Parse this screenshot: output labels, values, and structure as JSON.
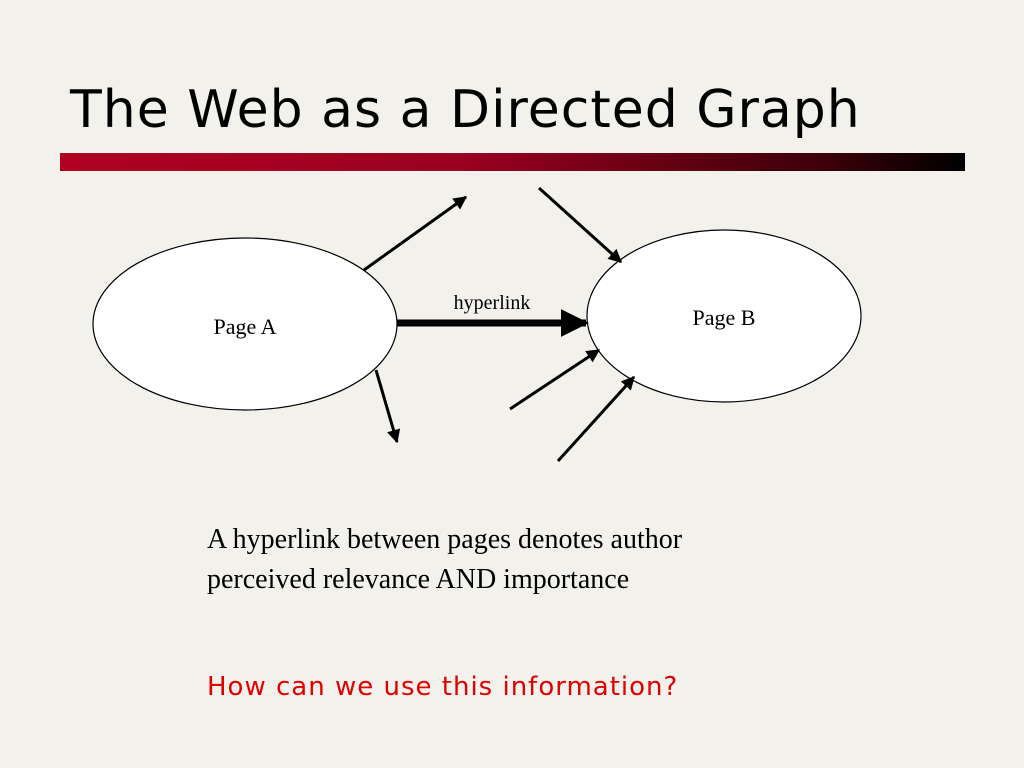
{
  "slide": {
    "title": "The Web as a Directed Graph",
    "accent_color": "#b00022",
    "background_color": "#f2f1ec"
  },
  "diagram": {
    "nodes": {
      "page_a": "Page A",
      "page_b": "Page B"
    },
    "edge_label": "hyperlink"
  },
  "body": {
    "line1": "A hyperlink between pages denotes author",
    "line2": "perceived relevance AND importance"
  },
  "question": {
    "text": "How can we use this information?",
    "color": "#e00000"
  }
}
